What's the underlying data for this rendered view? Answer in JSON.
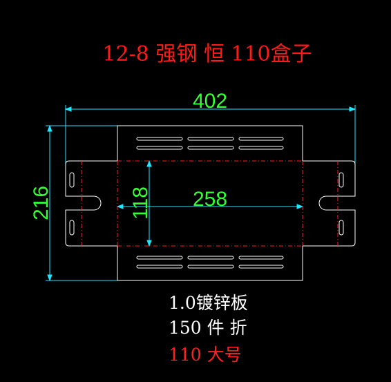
{
  "drawing": {
    "title": "12-8 强钢 恒 110盒子",
    "dimensions": {
      "overall_width": "402",
      "overall_height": "216",
      "inner_width": "258",
      "inner_height": "118"
    },
    "notes": {
      "material": "1.0镀锌板",
      "quantity": "150 件 折",
      "size": "110 大号"
    },
    "colors": {
      "background": "#000000",
      "outline": "#ffffff",
      "title": "#ff1a1a",
      "dimension_text": "#33ff33",
      "dimension_line": "#22e5ff",
      "fold_line": "#ff2020",
      "note_text": "#ffffff",
      "note_highlight": "#ff2020"
    }
  }
}
